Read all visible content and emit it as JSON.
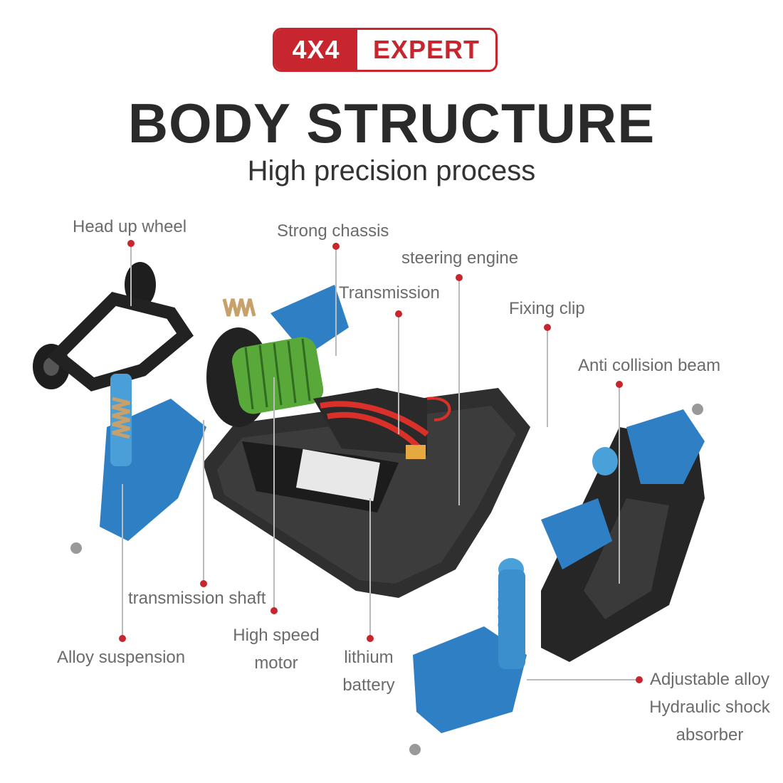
{
  "badge": {
    "left": "4X4",
    "right": "EXPERT"
  },
  "header": {
    "title": "BODY STRUCTURE",
    "subtitle": "High precision process"
  },
  "labels": {
    "head_up_wheel": "Head up wheel",
    "strong_chassis": "Strong chassis",
    "steering_engine": "steering engine",
    "transmission": "Transmission",
    "fixing_clip": "Fixing clip",
    "anti_collision_beam": "Anti collision beam",
    "transmission_shaft": "transmission shaft",
    "high_speed_motor_1": "High speed",
    "high_speed_motor_2": "motor",
    "lithium_battery_1": "lithium",
    "lithium_battery_2": "battery",
    "alloy_suspension": "Alloy suspension",
    "shock_1": "Adjustable alloy",
    "shock_2": "Hydraulic shock",
    "shock_3": "absorber"
  },
  "colors": {
    "accent": "#c7262e",
    "chassis": "#2b2b2b",
    "alloy_blue": "#2f7fc4",
    "motor_green": "#58a83a",
    "wire_red": "#d9302a"
  }
}
